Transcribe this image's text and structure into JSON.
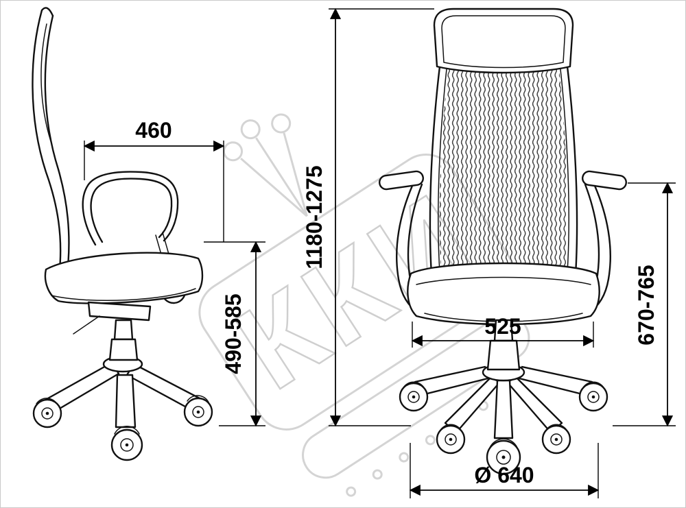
{
  "watermark": {
    "text": "ККИ"
  },
  "dimensions": {
    "seat_depth": "460",
    "overall_height": "1180-1275",
    "seat_height": "490-585",
    "seat_width": "525",
    "armrest_height": "670-765",
    "base_diameter": "Ø 640"
  }
}
